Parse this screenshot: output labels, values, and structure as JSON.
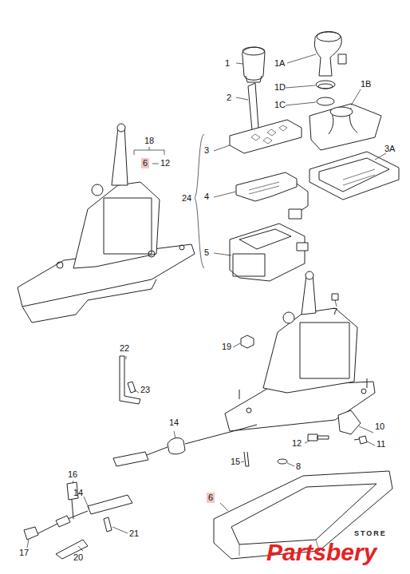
{
  "diagram": {
    "labels": [
      "1",
      "1A",
      "1D",
      "1B",
      "1C",
      "2",
      "18",
      "6",
      "12",
      "3",
      "3A",
      "24",
      "4",
      "5",
      "7",
      "19",
      "22",
      "23",
      "10",
      "14",
      "12",
      "11",
      "15",
      "8",
      "6",
      "16",
      "14",
      "21",
      "17",
      "20",
      "STORE",
      "Partsbery"
    ]
  }
}
